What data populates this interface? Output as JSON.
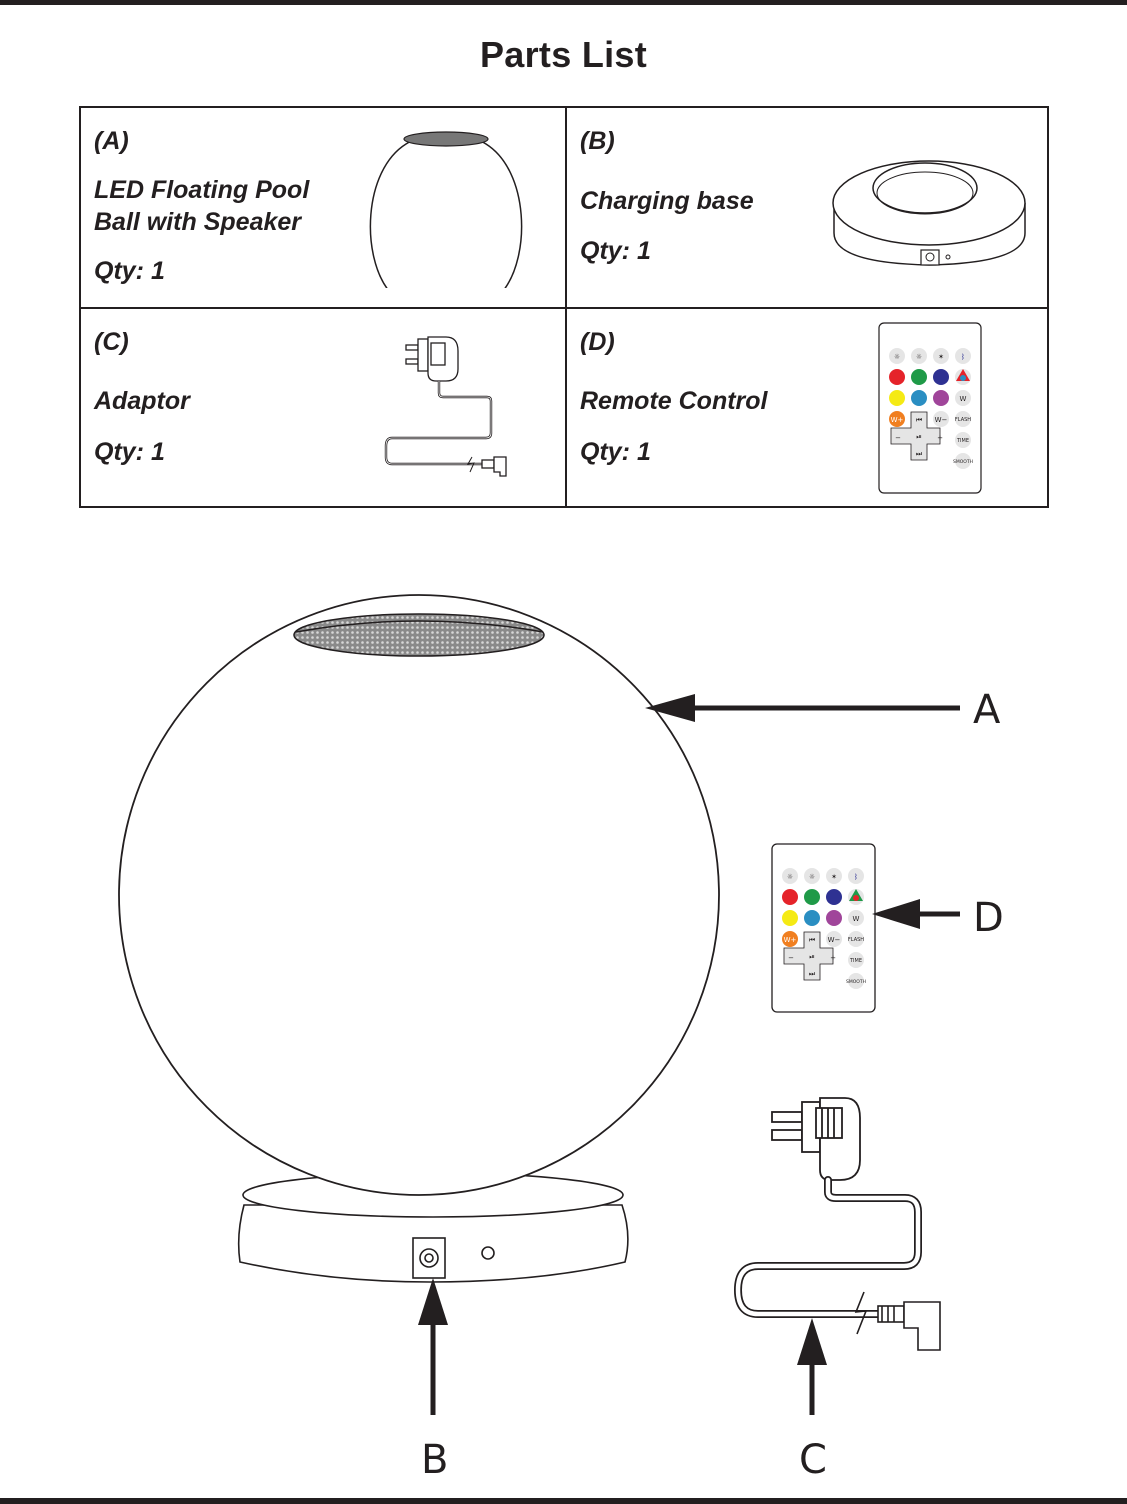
{
  "page": {
    "title": "Parts List"
  },
  "parts": {
    "a": {
      "id": "(A)",
      "name_line1": "LED Floating Pool",
      "name_line2": "Ball with Speaker",
      "qty": "Qty: 1"
    },
    "b": {
      "id": "(B)",
      "name": "Charging base",
      "qty": "Qty: 1"
    },
    "c": {
      "id": "(C)",
      "name": "Adaptor",
      "qty": "Qty: 1"
    },
    "d": {
      "id": "(D)",
      "name": "Remote Control",
      "qty": "Qty: 1"
    }
  },
  "diagram_labels": {
    "a": "A",
    "b": "B",
    "c": "C",
    "d": "D"
  },
  "remote": {
    "buttons": [
      "W+",
      "W-",
      "W",
      "FLASH",
      "TIME",
      "SMOOTH"
    ],
    "colors": [
      "#e5232a",
      "#1f9a48",
      "#2e3192",
      "#f5ea14",
      "#2a8ec2",
      "#a0459a",
      "#f07f20"
    ]
  }
}
